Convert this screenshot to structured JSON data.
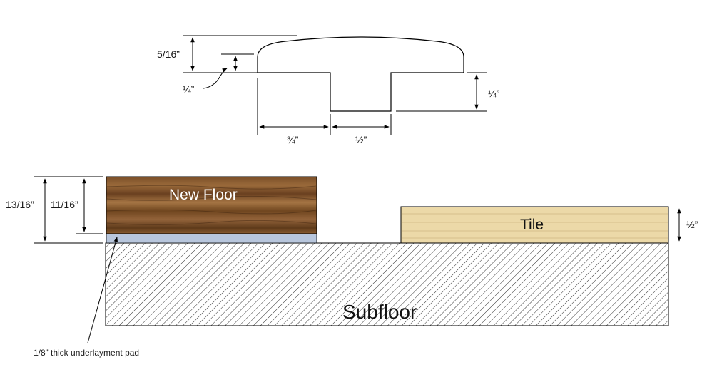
{
  "colors": {
    "wood_dark": "#6b4422",
    "wood_light": "#a07040",
    "tile": "#ecd9a8",
    "underlayment": "#b8c6dc",
    "subfloor_hatch": "#333333",
    "line": "#000000"
  },
  "profile": {
    "dim_top_total": "5/16”",
    "dim_lip": "¼”",
    "dim_stem_depth": "¼”",
    "dim_flange": "¾”",
    "dim_stem_width": "½”"
  },
  "floors": {
    "new_floor_label": "New Floor",
    "tile_label": "Tile",
    "subfloor_label": "Subfloor",
    "dim_total": "13/16”",
    "dim_floor": "11/16”",
    "dim_tile": "½”",
    "underlayment_note": "1/8” thick underlayment pad"
  }
}
